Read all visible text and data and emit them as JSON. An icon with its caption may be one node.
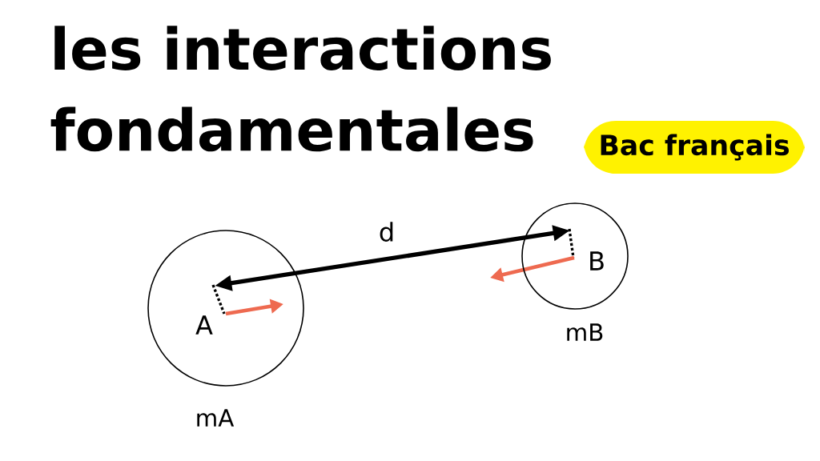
{
  "diagram": {
    "title": "les interactions fondamentales",
    "nodes": [
      {
        "text": [
          "Bac français"
        ]
      },
      {
        "text": [
          "A"
        ],
        "beside": [
          "mA"
        ]
      },
      {
        "text": [
          "B"
        ],
        "beside": [
          "mB"
        ]
      }
    ],
    "edges": [
      {
        "from": 1,
        "to": 2,
        "arrow": "both",
        "label": "d"
      }
    ]
  }
}
